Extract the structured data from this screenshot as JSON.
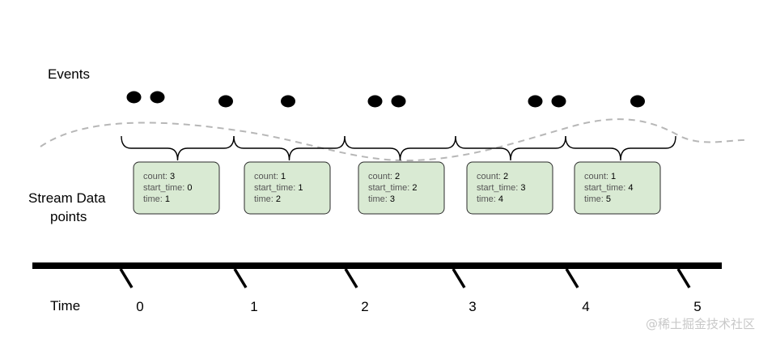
{
  "labels": {
    "events": "Events",
    "stream_line1": "Stream Data",
    "stream_line2": "points",
    "time": "Time"
  },
  "field_names": {
    "count": "count: ",
    "start_time": "start_time: ",
    "time": "time: "
  },
  "event_counts": [
    2,
    1,
    1,
    2,
    2,
    1
  ],
  "data_points": [
    {
      "count": "3",
      "start_time": "0",
      "time": "1"
    },
    {
      "count": "1",
      "start_time": "1",
      "time": "2"
    },
    {
      "count": "2",
      "start_time": "2",
      "time": "3"
    },
    {
      "count": "2",
      "start_time": "3",
      "time": "4"
    },
    {
      "count": "1",
      "start_time": "4",
      "time": "5"
    }
  ],
  "time_ticks": [
    "0",
    "1",
    "2",
    "3",
    "4",
    "5"
  ],
  "watermark": "@稀土掘金技术社区",
  "colors": {
    "card_fill": "#d9ead3",
    "card_stroke": "#2b2b2b",
    "event_dot": "#000000",
    "dashed_curve": "#b7b7b7",
    "axis": "#000000"
  }
}
